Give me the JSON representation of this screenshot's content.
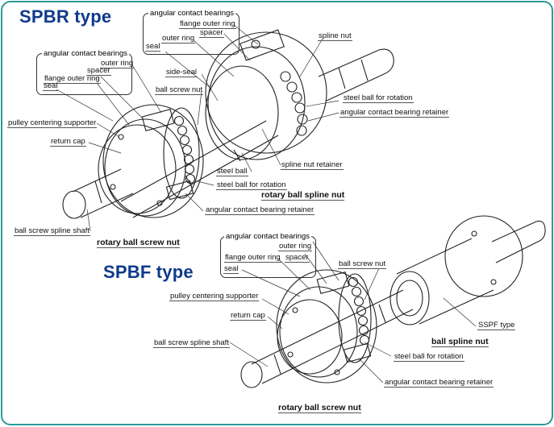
{
  "frame": {
    "border_color": "#2a9a98",
    "title_color": "#0f3a8c"
  },
  "spbr": {
    "title": "SPBR type",
    "group_left": {
      "title": "angular contact bearings",
      "items": [
        "outer ring",
        "spacer",
        "flange outer ring",
        "seal"
      ]
    },
    "group_right": {
      "title": "angular contact bearings",
      "items": [
        "flange outer ring",
        "spacer",
        "outer ring",
        "seal"
      ]
    },
    "labels": {
      "spline_nut": "spline nut",
      "side_seal": "side-seal",
      "ball_screw_nut": "ball screw nut",
      "steel_ball_for_rotation_right": "steel ball for rotation",
      "angular_contact_bearing_retainer_right": "angular contact bearing retainer",
      "pulley_centering_supporter": "pulley centering supporter",
      "return_cap": "return cap",
      "steel_ball": "steel ball",
      "spline_nut_retainer": "spline nut retainer",
      "steel_ball_for_rotation": "steel ball for rotation",
      "angular_contact_bearing_retainer": "angular contact bearing retainer",
      "ball_screw_spline_shaft": "ball screw spline shaft"
    },
    "subtitles": {
      "rotary_ball_spline_nut": "rotary ball spline nut",
      "rotary_ball_screw_nut": "rotary ball screw nut"
    }
  },
  "spbf": {
    "title": "SPBF type",
    "group": {
      "title": "angular contact bearings",
      "items": [
        "outer ring",
        "flange outer ring",
        "spacer",
        "seal"
      ]
    },
    "labels": {
      "ball_screw_nut": "ball screw nut",
      "pulley_centering_supporter": "pulley centering supporter",
      "return_cap": "return cap",
      "ball_screw_spline_shaft": "ball screw spline shaft",
      "sspf_type": "SSPF type",
      "steel_ball_for_rotation": "steel ball for rotation",
      "angular_contact_bearing_retainer": "angular contact bearing retainer"
    },
    "subtitles": {
      "ball_spline_nut": "ball spline nut",
      "rotary_ball_screw_nut": "rotary ball screw nut"
    }
  }
}
